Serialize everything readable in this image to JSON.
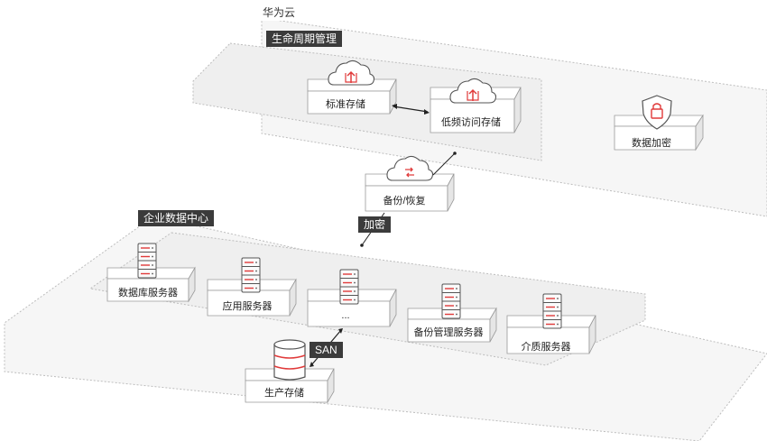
{
  "zones": {
    "cloud_title": "华为云",
    "lifecycle_title": "生命周期管理",
    "datacenter_title": "企业数据中心"
  },
  "nodes": {
    "standard_storage": "标准存储",
    "low_freq_storage": "低频访问存储",
    "data_encryption": "数据加密",
    "backup_restore": "备份/恢复",
    "db_server": "数据库服务器",
    "app_server": "应用服务器",
    "more_servers": "...",
    "backup_server": "备份管理服务器",
    "media_server": "介质服务器",
    "production_storage": "生产存储"
  },
  "links": {
    "encryption_label": "加密",
    "san_label": "SAN"
  },
  "colors": {
    "accent": "#e03a3a",
    "dark_tag": "#3b3b3b",
    "zone_fill": "#f4f4f4",
    "zone_border": "#c9c9c9"
  }
}
